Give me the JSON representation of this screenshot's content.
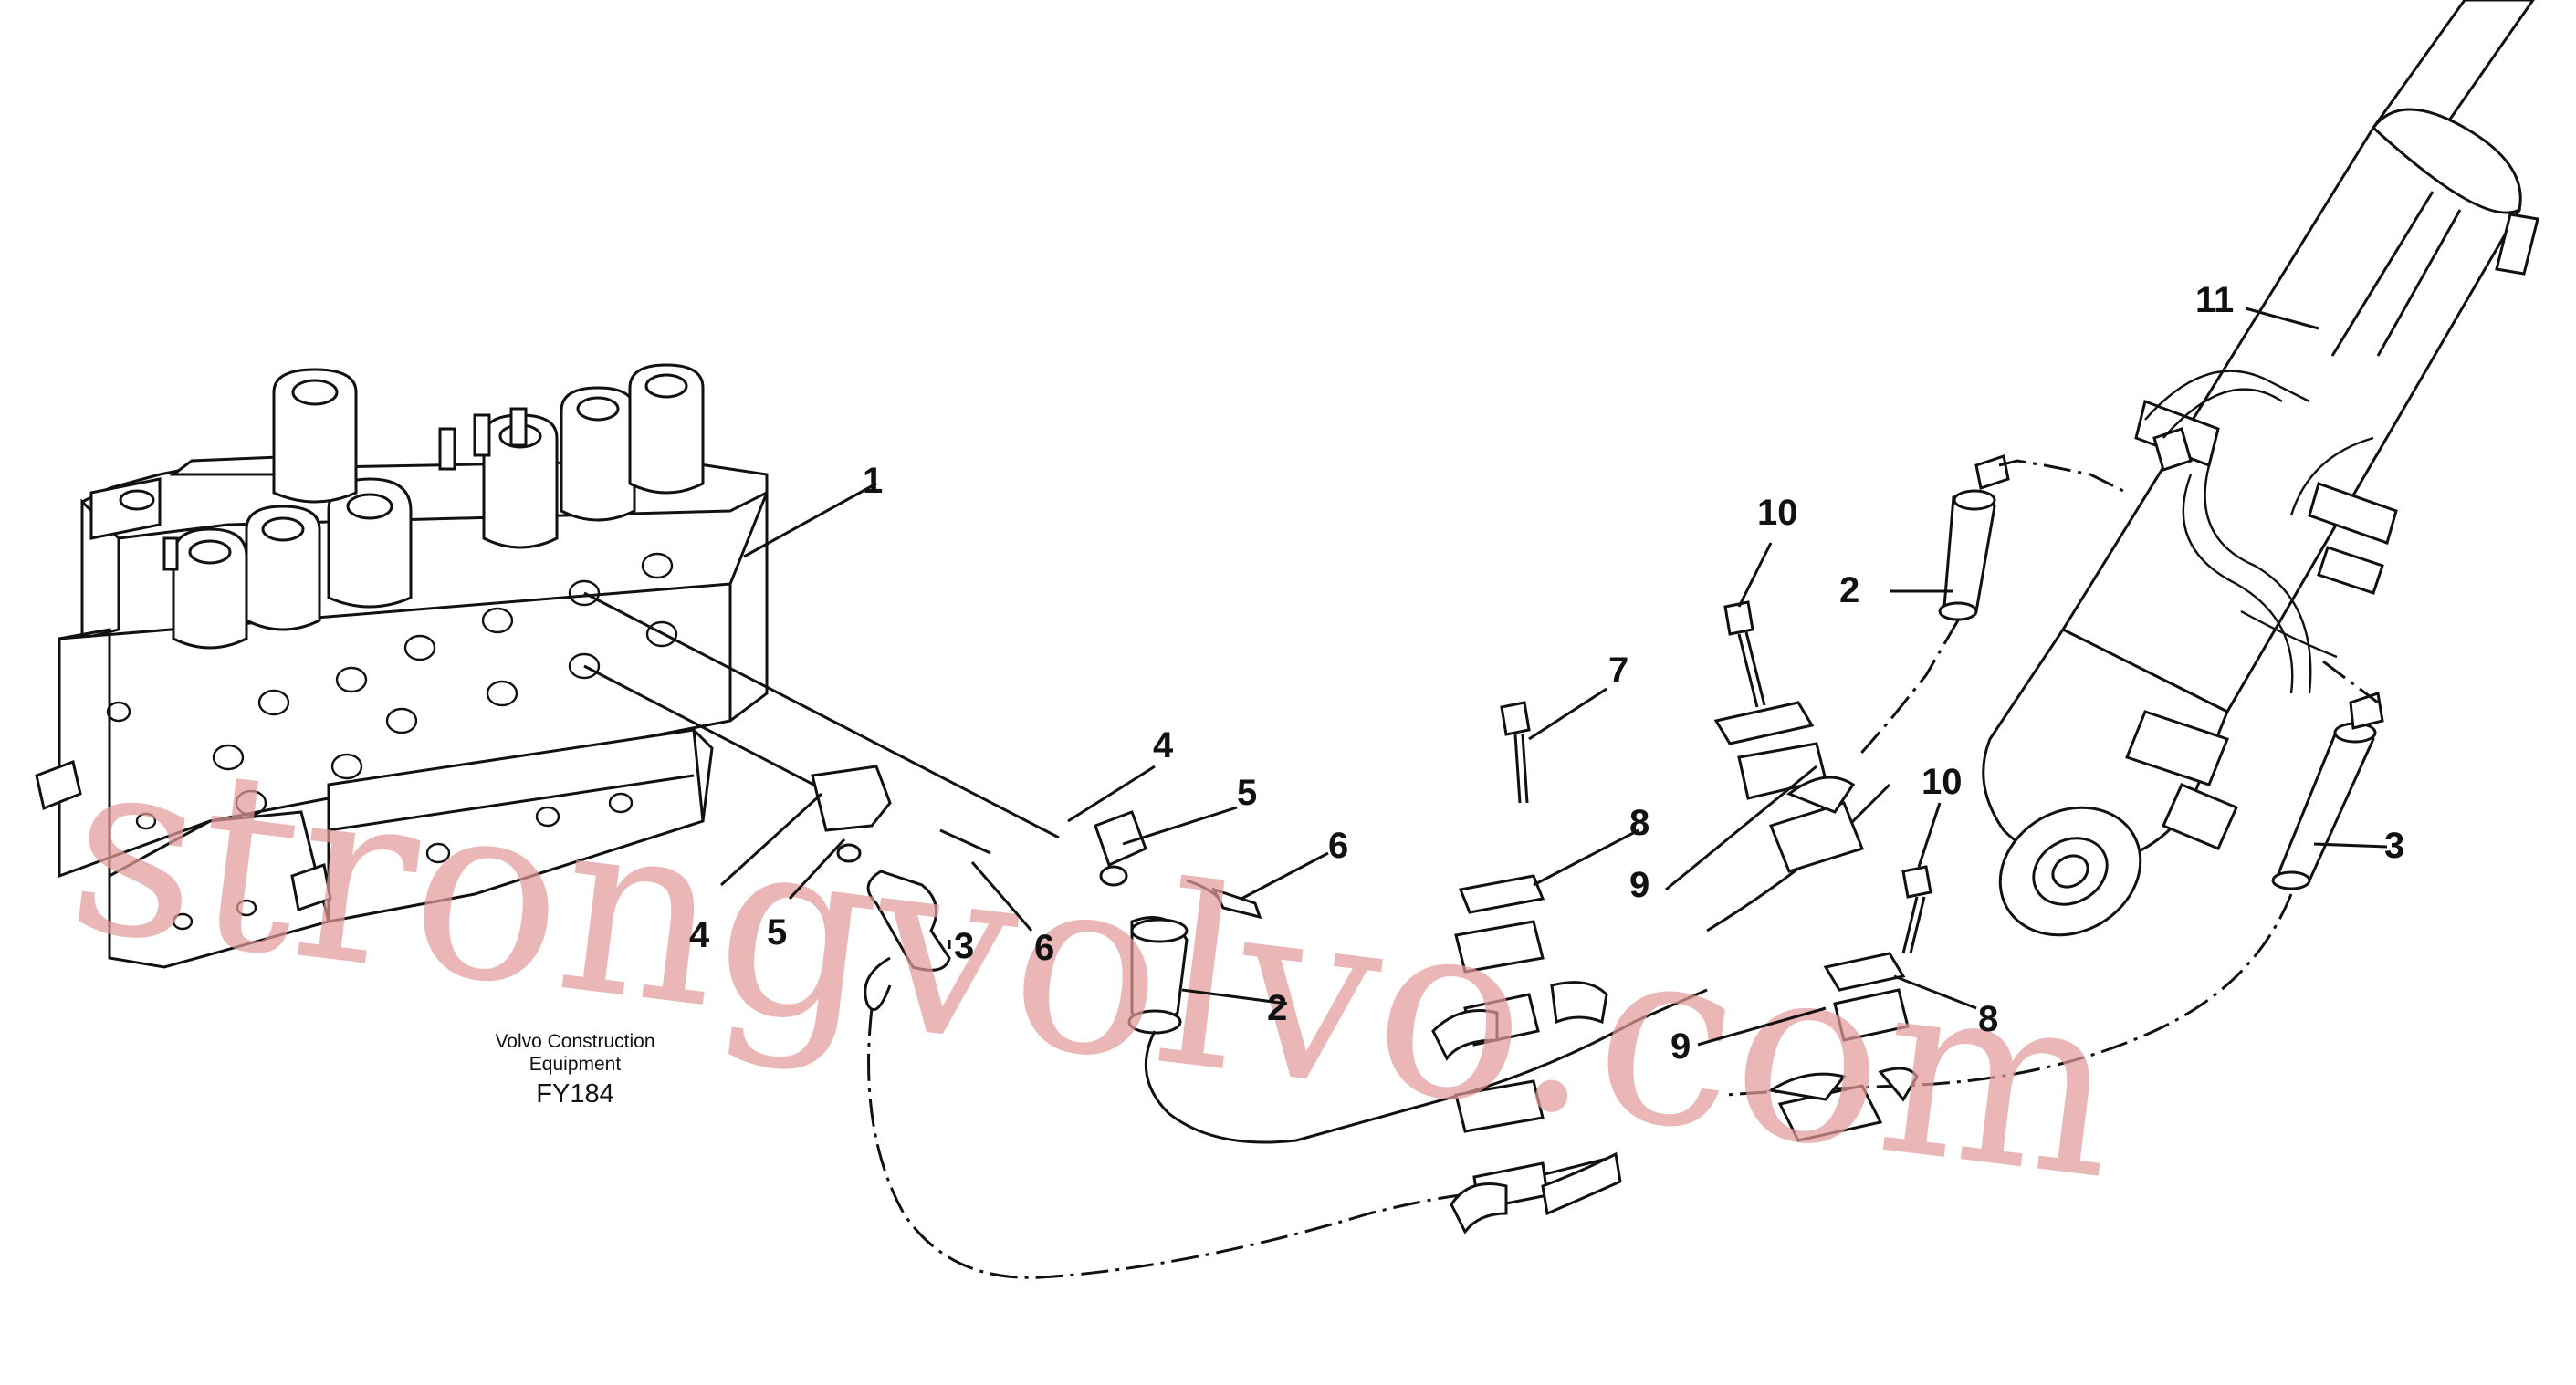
{
  "caption": {
    "line1": "Volvo Construction",
    "line2": "Equipment",
    "code": "FY184"
  },
  "watermark": "strongvolvo.com",
  "callouts": [
    {
      "id": "c1",
      "label": "1"
    },
    {
      "id": "c2a",
      "label": "2"
    },
    {
      "id": "c2b",
      "label": "2"
    },
    {
      "id": "c3a",
      "label": "3"
    },
    {
      "id": "c3b",
      "label": "3"
    },
    {
      "id": "c4a",
      "label": "4"
    },
    {
      "id": "c4b",
      "label": "4"
    },
    {
      "id": "c5a",
      "label": "5"
    },
    {
      "id": "c5b",
      "label": "5"
    },
    {
      "id": "c6a",
      "label": "6"
    },
    {
      "id": "c6b",
      "label": "6"
    },
    {
      "id": "c7",
      "label": "7"
    },
    {
      "id": "c8a",
      "label": "8"
    },
    {
      "id": "c8b",
      "label": "8"
    },
    {
      "id": "c9a",
      "label": "9"
    },
    {
      "id": "c9b",
      "label": "9"
    },
    {
      "id": "c10a",
      "label": "10"
    },
    {
      "id": "c10b",
      "label": "10"
    },
    {
      "id": "c11",
      "label": "11"
    }
  ]
}
